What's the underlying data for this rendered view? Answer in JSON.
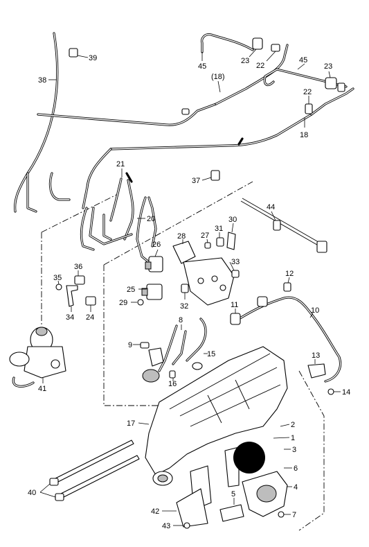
{
  "callouts": [
    {
      "id": "c39",
      "text": "39"
    },
    {
      "id": "c38",
      "text": "38"
    },
    {
      "id": "c45a",
      "text": "45"
    },
    {
      "id": "c23a",
      "text": "23"
    },
    {
      "id": "c22a",
      "text": "22"
    },
    {
      "id": "c18p",
      "text": "(18)"
    },
    {
      "id": "c45b",
      "text": "45"
    },
    {
      "id": "c23b",
      "text": "23"
    },
    {
      "id": "c22b",
      "text": "22"
    },
    {
      "id": "c18",
      "text": "18"
    },
    {
      "id": "c21",
      "text": "21"
    },
    {
      "id": "c37",
      "text": "37"
    },
    {
      "id": "c44",
      "text": "44"
    },
    {
      "id": "c20",
      "text": "20"
    },
    {
      "id": "c28",
      "text": "28"
    },
    {
      "id": "c27",
      "text": "27"
    },
    {
      "id": "c31",
      "text": "31"
    },
    {
      "id": "c30",
      "text": "30"
    },
    {
      "id": "c26",
      "text": "26"
    },
    {
      "id": "c36",
      "text": "36"
    },
    {
      "id": "c33",
      "text": "33"
    },
    {
      "id": "c35",
      "text": "35"
    },
    {
      "id": "c25",
      "text": "25"
    },
    {
      "id": "c12",
      "text": "12"
    },
    {
      "id": "c29",
      "text": "29"
    },
    {
      "id": "c32",
      "text": "32"
    },
    {
      "id": "c34",
      "text": "34"
    },
    {
      "id": "c24",
      "text": "24"
    },
    {
      "id": "c11",
      "text": "11"
    },
    {
      "id": "c10",
      "text": "10"
    },
    {
      "id": "c8",
      "text": "8"
    },
    {
      "id": "c9",
      "text": "9"
    },
    {
      "id": "c15",
      "text": "15"
    },
    {
      "id": "c13",
      "text": "13"
    },
    {
      "id": "c16",
      "text": "16"
    },
    {
      "id": "c41",
      "text": "41"
    },
    {
      "id": "c14",
      "text": "14"
    },
    {
      "id": "c17",
      "text": "17"
    },
    {
      "id": "c2",
      "text": "2"
    },
    {
      "id": "c1",
      "text": "1"
    },
    {
      "id": "c3",
      "text": "3"
    },
    {
      "id": "c6",
      "text": "6"
    },
    {
      "id": "c40",
      "text": "40"
    },
    {
      "id": "c4",
      "text": "4"
    },
    {
      "id": "c5",
      "text": "5"
    },
    {
      "id": "c42",
      "text": "42"
    },
    {
      "id": "c7",
      "text": "7"
    },
    {
      "id": "c43",
      "text": "43"
    }
  ]
}
